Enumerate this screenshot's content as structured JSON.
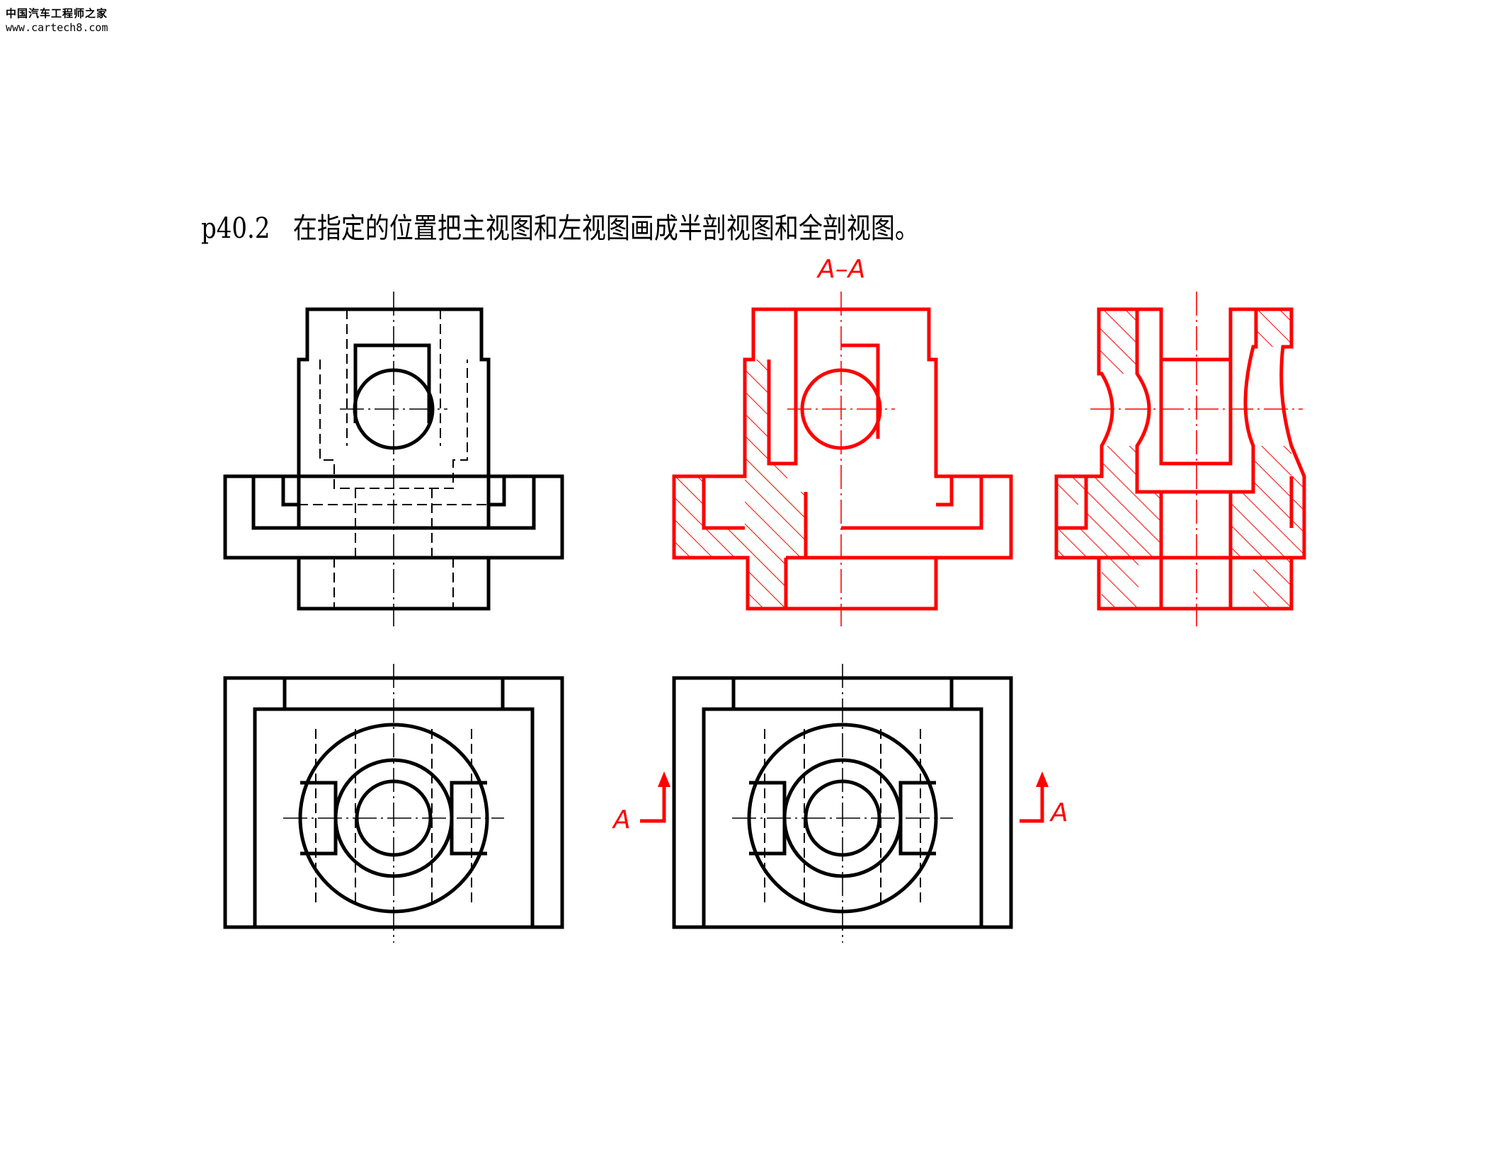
{
  "watermark": {
    "site_name": "中国汽车工程师之家",
    "url": "www.cartech8.com"
  },
  "title": "p40.2   在指定的位置把主视图和左视图画成半剖视图和全剖视图。",
  "section_label": "A–A",
  "cut_marker_left": "A",
  "cut_marker_right": "A",
  "colors": {
    "original_lines": "#000000",
    "answer_lines": "#ff0000",
    "background": "#ffffff"
  }
}
